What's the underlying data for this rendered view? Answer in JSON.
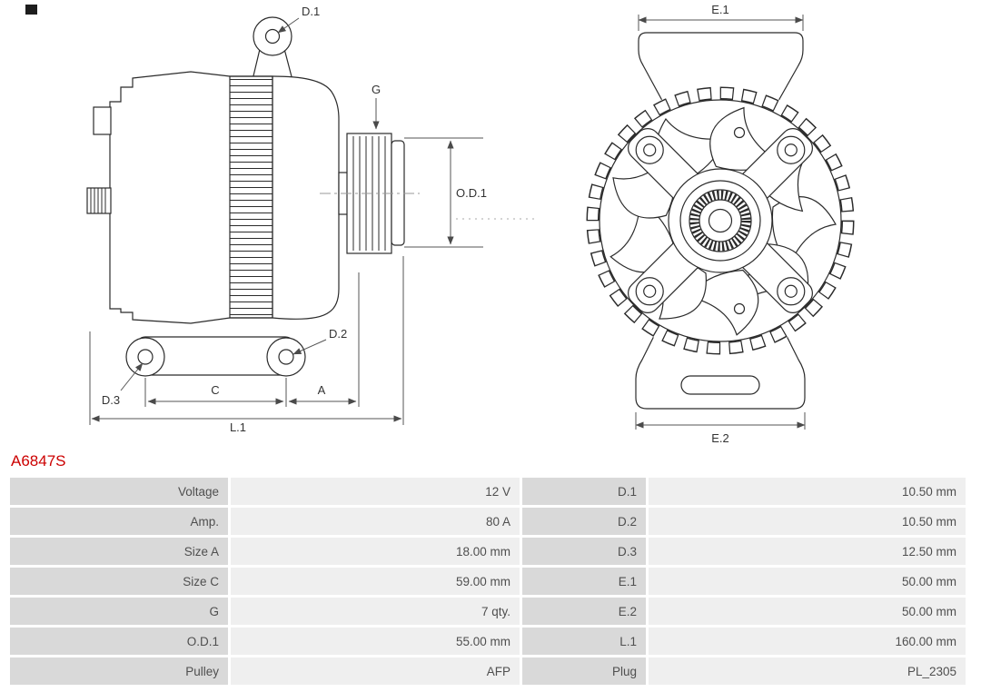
{
  "part_number": "A6847S",
  "colors": {
    "part_number_red": "#cc0000",
    "label_cell_bg": "#d9d9d9",
    "value_cell_bg": "#efefef",
    "table_text": "#4f4f4f",
    "drawing_stroke": "#2b2b2b"
  },
  "drawing": {
    "side_view": {
      "d1": "D.1",
      "g": "G",
      "od1": "O.D.1",
      "d2": "D.2",
      "d3": "D.3",
      "c": "C",
      "a": "A",
      "l1": "L.1"
    },
    "front_view": {
      "e1": "E.1",
      "e2": "E.2"
    }
  },
  "spec_table": {
    "rows": [
      {
        "label_left": "Voltage",
        "value_left": "12 V",
        "label_right": "D.1",
        "value_right": "10.50 mm"
      },
      {
        "label_left": "Amp.",
        "value_left": "80 A",
        "label_right": "D.2",
        "value_right": "10.50 mm"
      },
      {
        "label_left": "Size A",
        "value_left": "18.00 mm",
        "label_right": "D.3",
        "value_right": "12.50 mm"
      },
      {
        "label_left": "Size C",
        "value_left": "59.00 mm",
        "label_right": "E.1",
        "value_right": "50.00 mm"
      },
      {
        "label_left": "G",
        "value_left": "7 qty.",
        "label_right": "E.2",
        "value_right": "50.00 mm"
      },
      {
        "label_left": "O.D.1",
        "value_left": "55.00 mm",
        "label_right": "L.1",
        "value_right": "160.00 mm"
      },
      {
        "label_left": "Pulley",
        "value_left": "AFP",
        "label_right": "Plug",
        "value_right": "PL_2305"
      }
    ]
  }
}
